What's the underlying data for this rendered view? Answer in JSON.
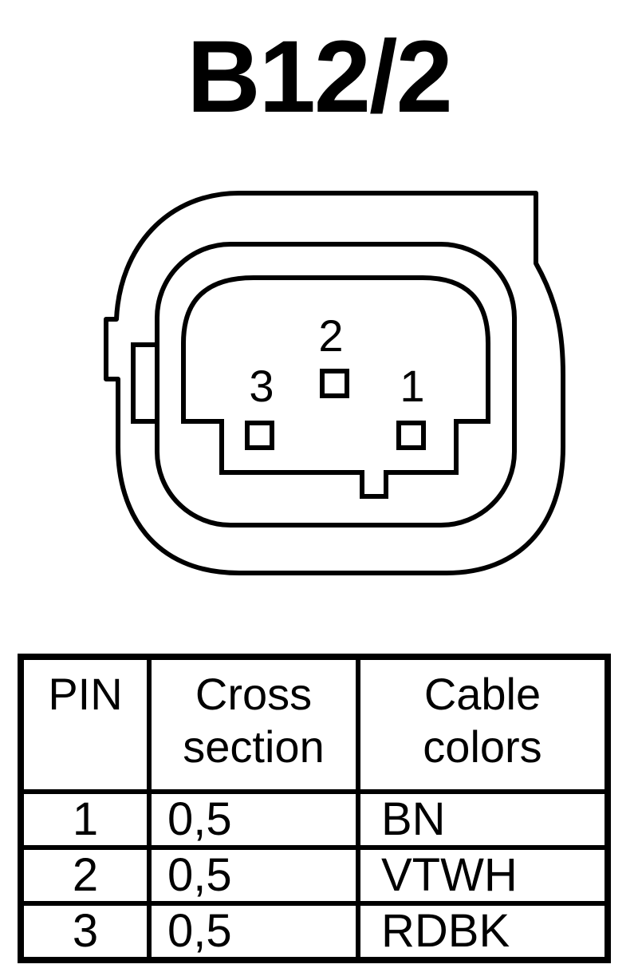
{
  "title": "B12/2",
  "pins": [
    {
      "label": "2"
    },
    {
      "label": "3"
    },
    {
      "label": "1"
    }
  ],
  "table": {
    "headers": {
      "pin": "PIN",
      "cross_line1": "Cross",
      "cross_line2": "section",
      "color_line1": "Cable",
      "color_line2": "colors"
    },
    "rows": [
      {
        "pin": "1",
        "cross": "0,5",
        "color": "BN"
      },
      {
        "pin": "2",
        "cross": "0,5",
        "color": "VTWH"
      },
      {
        "pin": "3",
        "cross": "0,5",
        "color": "RDBK"
      }
    ]
  }
}
